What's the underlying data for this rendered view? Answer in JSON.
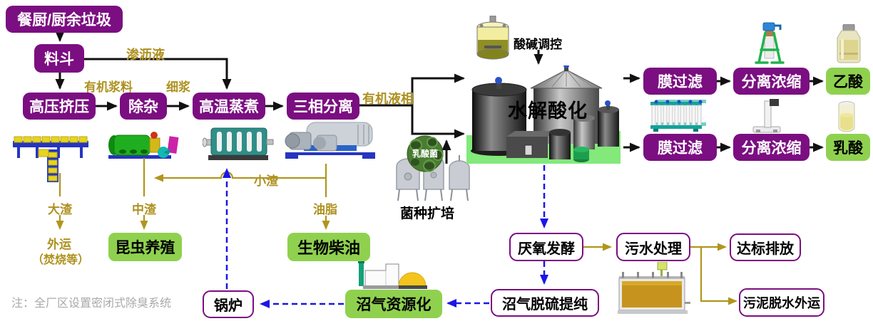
{
  "diagram": {
    "boxes": {
      "source": "餐厨/厨余垃圾",
      "hopper": "料斗",
      "high_pressure_press": "高压挤压",
      "impurity_removal": "除杂",
      "high_temp_cooking": "高温蒸煮",
      "three_phase_separation": "三相分离",
      "membrane_filtration_top": "膜过滤",
      "separation_concentration_top": "分离浓缩",
      "acetic_acid": "乙酸",
      "membrane_filtration_bottom": "膜过滤",
      "separation_concentration_bottom": "分离浓缩",
      "lactic_acid": "乳酸",
      "insect_breeding": "昆虫养殖",
      "biodiesel": "生物柴油",
      "boiler": "锅炉",
      "biogas_utilization": "沼气资源化",
      "biogas_desulfurization": "沼气脱硫提纯",
      "anaerobic_fermentation": "厌氧发酵",
      "sewage_treatment": "污水处理",
      "standard_discharge": "达标排放",
      "sludge_dewatering": "污泥脱水外运"
    },
    "flow_labels": {
      "leachate": "渗沥液",
      "organic_slurry": "有机浆料",
      "fine_slurry": "细浆",
      "organic_liquid_phase": "有机液相",
      "acid_base_control": "酸碱调控",
      "hydrolysis_acidification": "水解酸化",
      "large_residue": "大渣",
      "outbound_transport": "外运",
      "incineration_note": "（焚烧等）",
      "medium_residue": "中渣",
      "small_residue": "小渣",
      "oil_grease": "油脂",
      "strain_expansion": "菌种扩培",
      "lactic_acid_bacteria": "乳酸菌"
    },
    "note": "注：全厂区设置密闭式除臭系统",
    "colors": {
      "purple_box": "#7B0E81",
      "green_box": "#8FD14F",
      "olive_line": "#B1951C",
      "blue_dashed_line": "#1A16E8",
      "black_line": "#111111",
      "note_text": "#A9A9A9"
    }
  }
}
